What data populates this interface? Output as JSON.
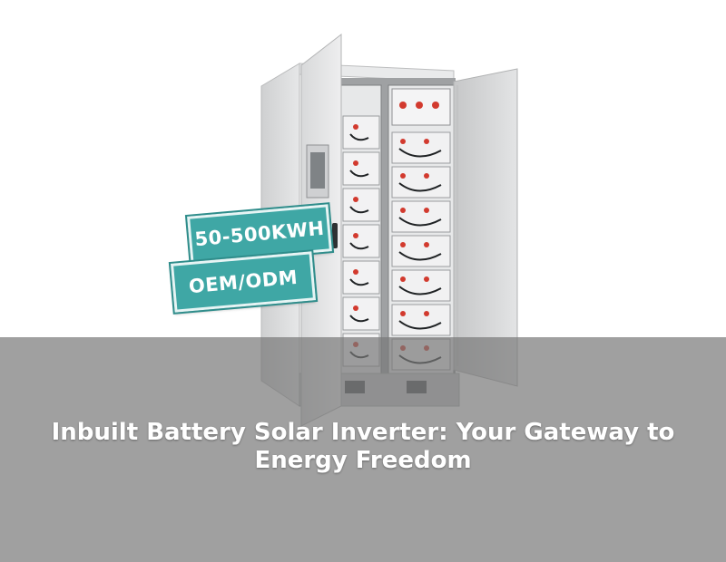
{
  "hero": {
    "image_subject": "battery-storage-cabinet",
    "capacity_label": "50-500KWH",
    "service_label": "OEM/ODM"
  },
  "title": "Inbuilt Battery Solar Inverter: Your Gateway to Energy Freedom",
  "colors": {
    "tag_fill": "#3fa7a5",
    "overlay": "#787878",
    "cabinet": "#d9dadb",
    "battery_red": "#d23a2e"
  }
}
